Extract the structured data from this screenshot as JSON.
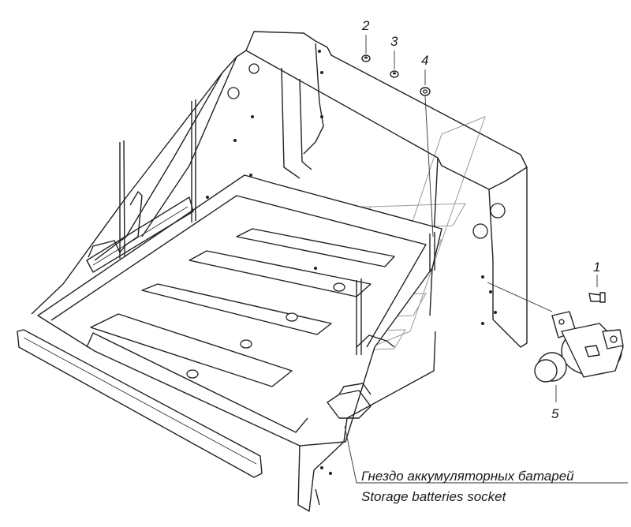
{
  "callouts": [
    {
      "id": "1",
      "label": "1"
    },
    {
      "id": "2",
      "label": "2"
    },
    {
      "id": "3",
      "label": "3"
    },
    {
      "id": "4",
      "label": "4"
    },
    {
      "id": "5",
      "label": "5"
    }
  ],
  "caption": {
    "ru": "Гнездо аккумуляторных батарей",
    "en": "Storage batteries socket"
  },
  "colors": {
    "line": "#222222",
    "watermark": "#9a9a9a",
    "background": "#ffffff"
  }
}
